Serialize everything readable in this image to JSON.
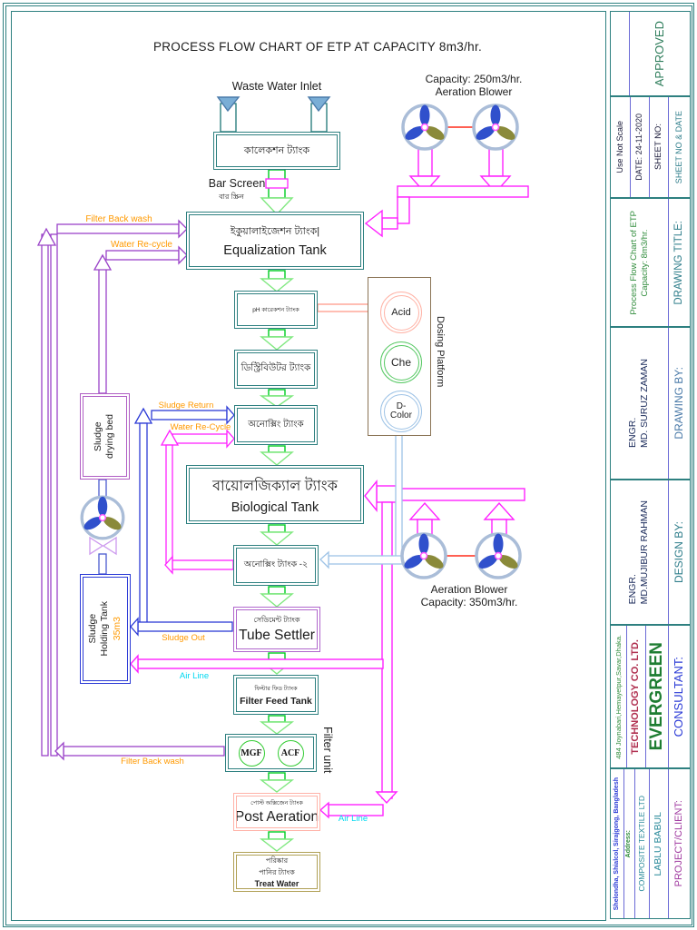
{
  "drawing": {
    "title": "PROCESS FLOW CHART OF ETP AT CAPACITY 8m3/hr.",
    "labels": {
      "waste_water_inlet": "Waste Water Inlet",
      "blower_top": "Capacity: 250m3/hr.\nAeration Blower",
      "blower_mid": "Aeration Blower\nCapacity: 350m3/hr.",
      "bar_screen": "Bar Screen",
      "bar_screen_bn": "বার স্ক্রিন",
      "filter_back_wash_top": "Filter Back wash",
      "water_recycle_top": "Water Re-cycle",
      "sludge_return": "Sludge Return",
      "water_recycle_mid": "Water Re-Cycle",
      "sludge_out": "Sludge Out",
      "air_line_mid": "Air Line",
      "air_line_bottom": "Air Line",
      "filter_back_wash_bottom": "Filter Back wash",
      "dosing_platform": "Dosing Platform",
      "filter_unit": "Filter unit"
    },
    "tanks": {
      "collection": "কালেকশন ট্যাংক",
      "equalization_bn": "ইকুয়ালাইজেশন ট্যাংক|",
      "equalization_en": "Equalization Tank",
      "ph": "pH কারেকশন ট্যাংক",
      "distributor": "ডিস্ট্রিবিউটর ট্যাংক",
      "anoxing1": "অনোক্সিং ট্যাংক",
      "biological_bn": "বায়োলজিক্যাল ট্যাংক",
      "biological_en": "Biological Tank",
      "anoxing2": "অনোক্সিং ট্যাংক -২",
      "tube_settler_bn": "সেডিমেন্ট ট্যাংক",
      "tube_settler_en": "Tube Settler",
      "filter_feed_bn": "ফিল্টার ফিড ট্যাংক",
      "filter_feed_en": "Filter Feed Tank",
      "post_aeration_bn": "পোস্ট অক্সিজেন ট্যাংক",
      "post_aeration_en": "Post Aeration",
      "treat_water_bn1": "পরিষ্কার",
      "treat_water_bn2": "পানির ট্যাংক",
      "treat_water_en": "Treat Water",
      "sludge_drying": "Sludge\ndrying bed",
      "sludge_holding": "Sludge\nHolding Tank",
      "sludge_holding_volume": "35m3",
      "mgf": "MGF",
      "acf": "ACF",
      "acid": "Acid",
      "che": "Che",
      "dcolor": "D-\nColor"
    }
  },
  "titleblock": {
    "approved": {
      "label": "APPROVED"
    },
    "sheet": {
      "label": "SHEET NO & DATE",
      "sheet_no": "SHEET NO:",
      "date": "DATE: 24-11-2020",
      "scale": "Use Not Scale"
    },
    "drawing_title": {
      "label": "DRAWING TITLE:",
      "value": "Process Flow Chart of ETP\nCapacity: 8m3/hr."
    },
    "drawing_by": {
      "label": "DRAWING BY:",
      "value": "ENGR.\nMD. SURUZ ZAMAN"
    },
    "design_by": {
      "label": "DESIGN BY:",
      "value": "ENGR.\nMD.MUJIBUR RAHMAN"
    },
    "consultant": {
      "label": "CONSULTANT:",
      "company": "EVERGREEN",
      "company_suffix": "TECHNOLOGY CO. LTD.",
      "address": "484 Joynabari,Hemayetpur,Savar,Dhaka."
    },
    "client": {
      "label": "PROJECT/CLIENT:",
      "name": "LABLU BABUL",
      "name2": "COMPOSITE TEXTILE LTD",
      "address_label": "Address:",
      "address": "Shelondha, Shialcol, Sirajgong, Bangladesh"
    }
  },
  "colors": {
    "frame_teal": "#2e8080",
    "flow_green": "#00cc22",
    "pipe_magenta": "#ff22ff",
    "pipe_purple": "#9a43c8",
    "pipe_blue": "#2c3bd6",
    "pipe_lightblue": "#9ec3e6",
    "pipe_salmon": "#ff9a8a",
    "label_orange": "#ff9900",
    "label_cyan": "#00d8f0"
  }
}
